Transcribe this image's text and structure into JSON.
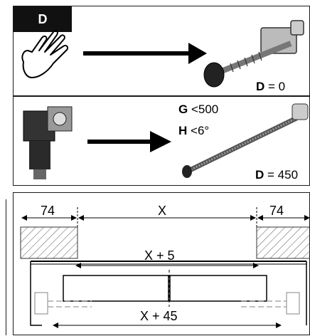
{
  "step_badge": "D",
  "manual": {
    "icon": "hand-icon",
    "result_label": "D",
    "result_value": "= 0"
  },
  "motor": {
    "icon": "motor-icon",
    "condition_g_label": "G",
    "condition_g_value": "<500",
    "condition_h_label": "H",
    "condition_h_value": "<6°",
    "result_label": "D",
    "result_value": "= 450"
  },
  "dimensions": {
    "left_margin": "74",
    "width": "X",
    "right_margin": "74",
    "inner": "X + 5",
    "outer": "X + 45"
  }
}
